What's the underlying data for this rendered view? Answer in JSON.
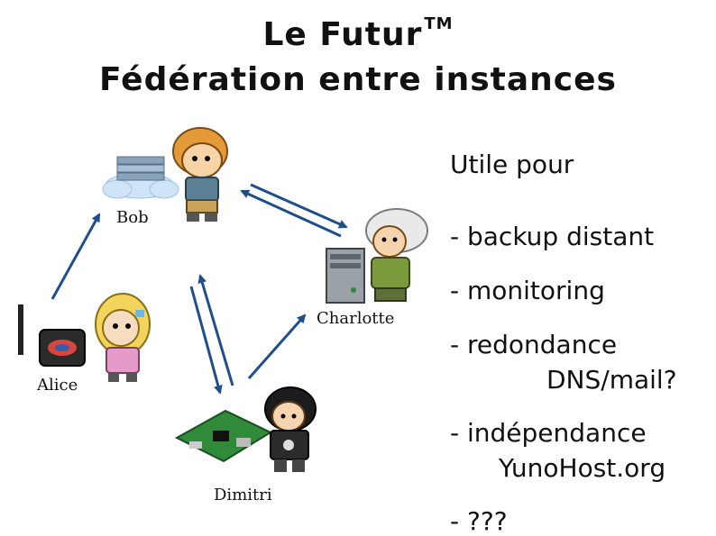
{
  "title": {
    "line1": "Le Futur",
    "trademark": "TM",
    "line2": "Fédération entre instances"
  },
  "nodes": {
    "bob": "Bob",
    "alice": "Alice",
    "charlotte": "Charlotte",
    "dimitri": "Dimitri"
  },
  "side": {
    "heading": "Utile pour",
    "item1": "- backup distant",
    "item2": "- monitoring",
    "item3a": "- redondance",
    "item3b": "DNS/mail?",
    "item4a": "- indépendance",
    "item4b": "YunoHost.org",
    "item5": "- ???"
  },
  "colors": {
    "arrow": "#1f4e8c",
    "text": "#111111"
  }
}
